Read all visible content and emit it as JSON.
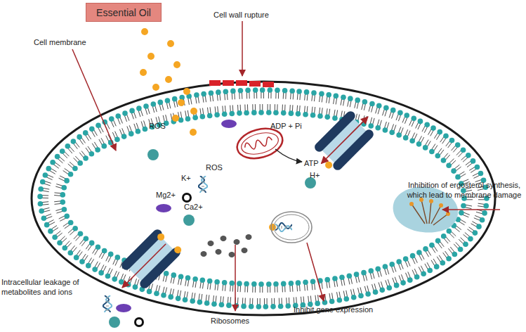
{
  "diagram": {
    "nodes": [
      {
        "text": [
          "Essential Oil"
        ]
      }
    ],
    "labels": [
      "Cell wall rupture",
      "Cell membrane",
      "ROS",
      "ADP + Pi",
      "ROS",
      "ATP",
      "H+",
      "K+",
      "Mg2+",
      "Ca2+",
      "Inhibition of ergosterol synthesis, which lead to membrane damage",
      "Intracellular leakage of metabolites and ions",
      "Ribosomes",
      "Inhibit gene expression"
    ]
  }
}
